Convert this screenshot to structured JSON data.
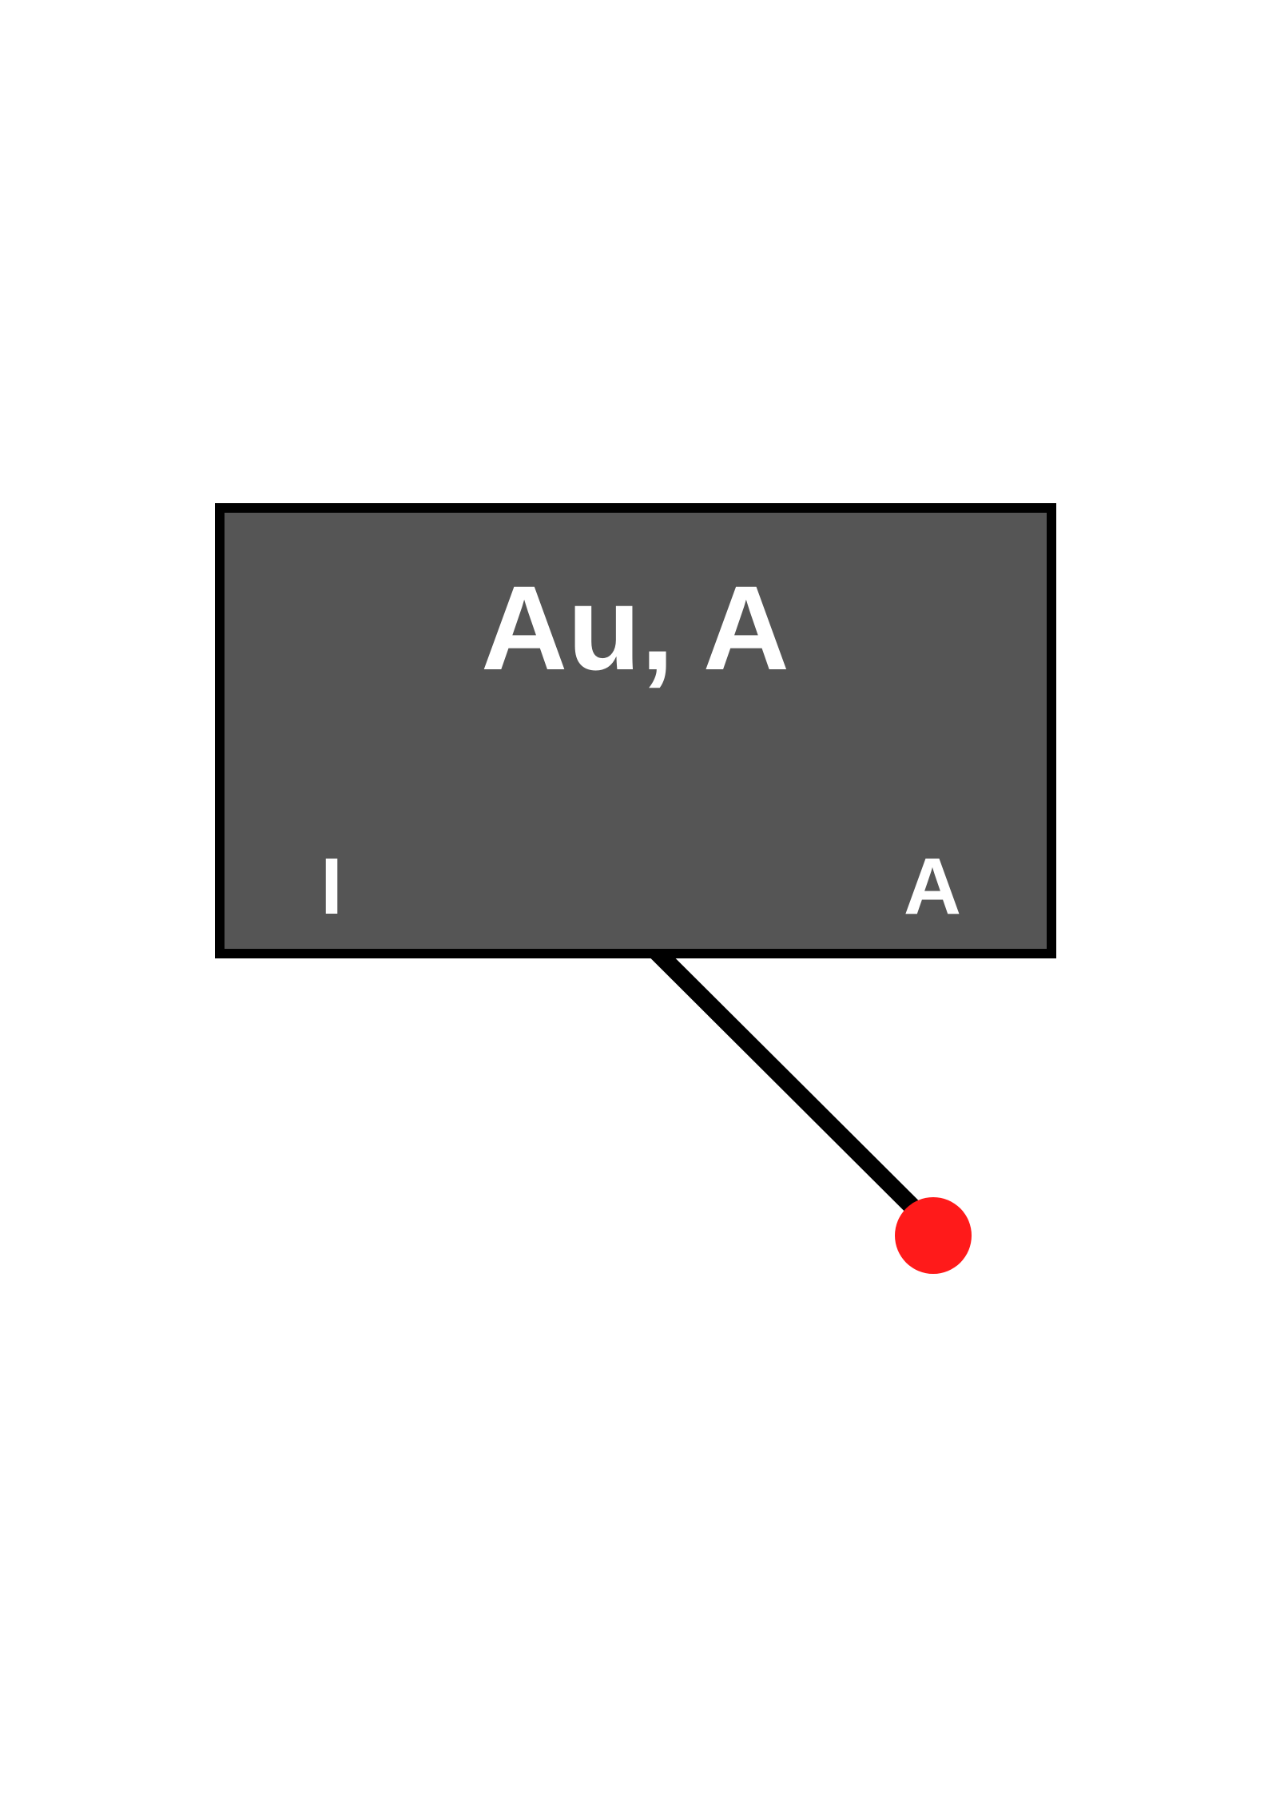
{
  "block": {
    "title": "Au, A",
    "left_label": "I",
    "right_label": "A",
    "fill_color": "#555555",
    "border_color": "#000000",
    "text_color": "#ffffff"
  },
  "connector": {
    "line_color": "#000000",
    "endpoint_color": "#ff1a1a"
  }
}
